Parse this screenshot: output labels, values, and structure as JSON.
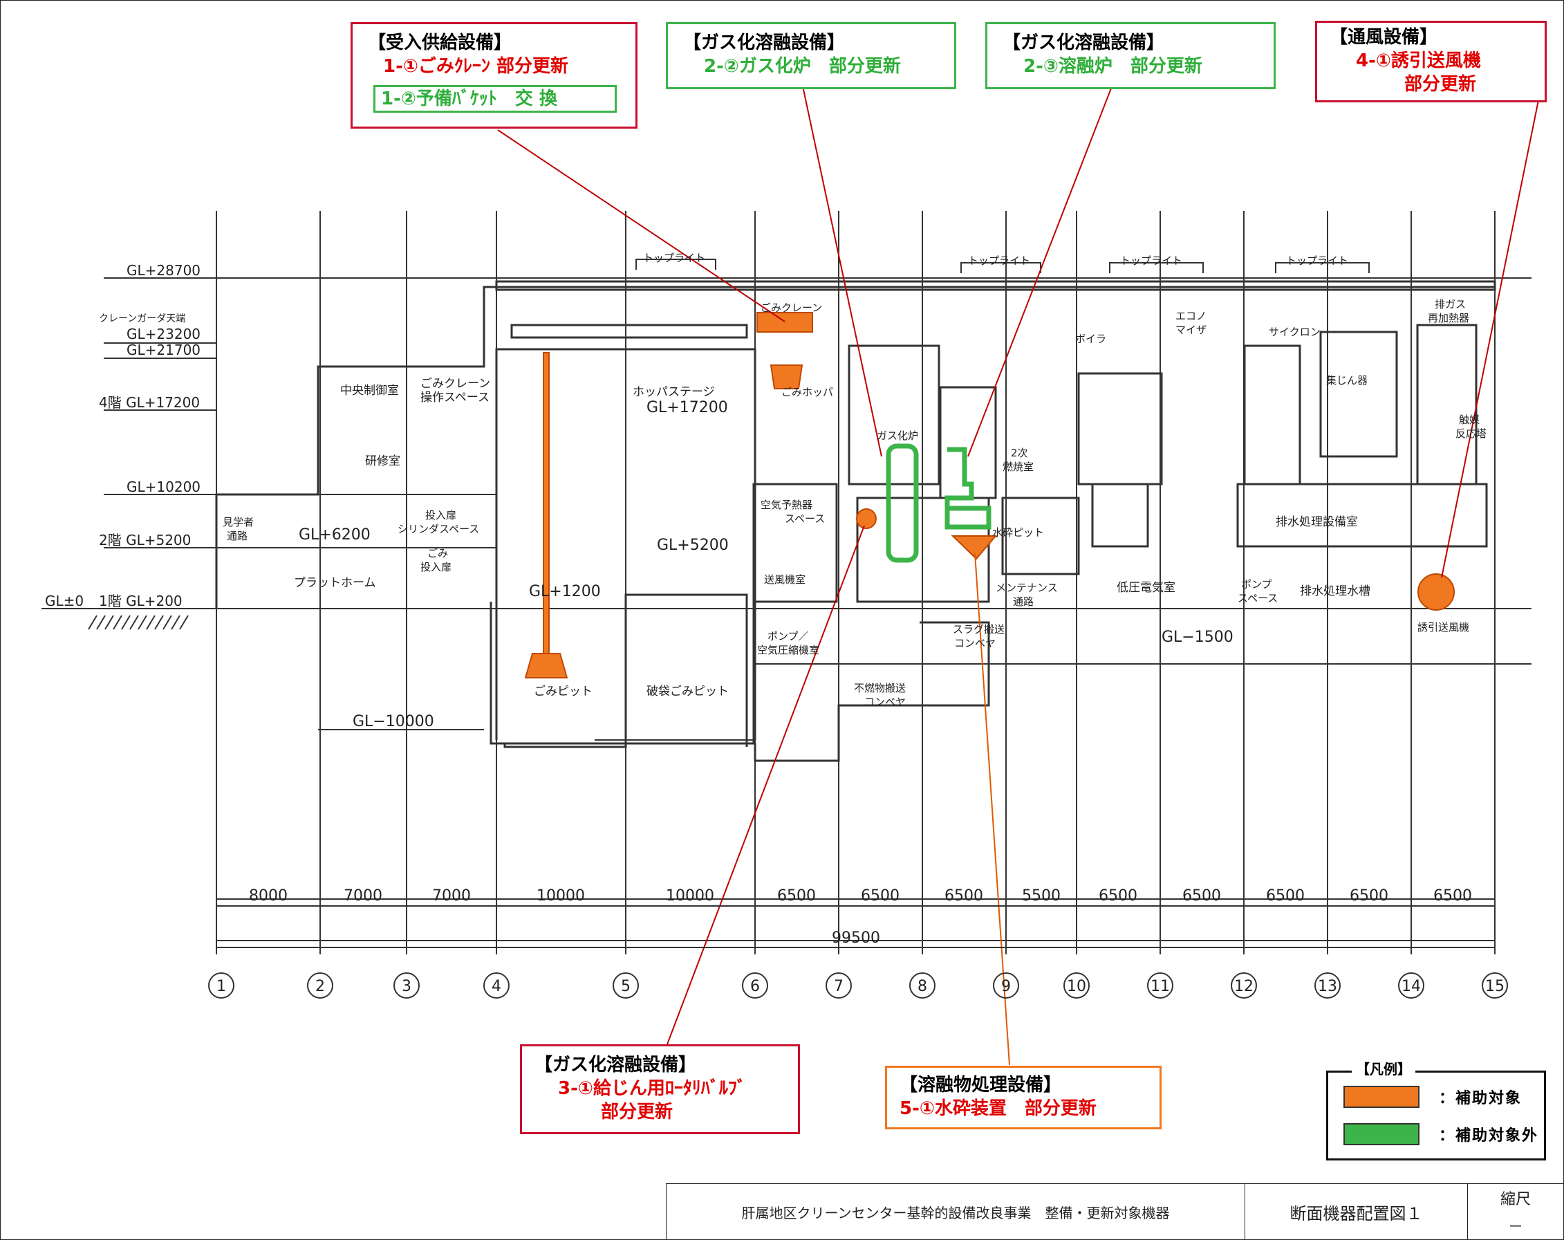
{
  "colors": {
    "subsidy": "#f07820",
    "non_subsidy": "#3cb44a",
    "leader_red": "#c00000",
    "leader_orange": "#e05a00"
  },
  "callouts": {
    "receiving": {
      "title": "【受入供給設備】",
      "item1": "1-①ごみｸﾚｰﾝ 部分更新",
      "item2": "1-②予備ﾊﾞｹｯﾄ　交 換"
    },
    "gasifier": {
      "title": "【ガス化溶融設備】",
      "item": "2-②ガス化炉　部分更新"
    },
    "melter": {
      "title": "【ガス化溶融設備】",
      "item": "2-③溶融炉　部分更新"
    },
    "ventilation": {
      "title": "【通風設備】",
      "item_line1": "4-①誘引送風機",
      "item_line2": "部分更新"
    },
    "rotary_valve": {
      "title": "【ガス化溶融設備】",
      "item_line1": "3-①給じん用ﾛｰﾀﾘﾊﾞﾙﾌﾞ",
      "item_line2": "部分更新"
    },
    "slag": {
      "title": "【溶融物処理設備】",
      "item": "5-①水砕装置　部分更新"
    }
  },
  "legend": {
    "title": "【凡例】",
    "subsidy_label": "：補助対象",
    "non_subsidy_label": "：補助対象外"
  },
  "title_block": {
    "project": "肝属地区クリーンセンター基幹的設備改良事業　整備・更新対象機器",
    "drawing": "断面機器配置図１",
    "scale_label": "縮尺",
    "scale_value": "－"
  },
  "drawing": {
    "levels": {
      "gl28700": "GL+28700",
      "crane_label": "クレーンガーダ天端",
      "gl23200": "GL+23200",
      "gl21700": "GL+21700",
      "gl17200": "4階 GL+17200",
      "gl10200": "GL+10200",
      "gl5200": "2階 GL+5200",
      "gl200": "1階 GL+200",
      "gl0": "GL±0"
    },
    "rooms": {
      "central_control": "中央制御室",
      "crane_operation_1": "ごみクレーン",
      "crane_operation_2": "操作スペース",
      "training": "研修室",
      "visitor_1": "見学者",
      "visitor_2": "通路",
      "gl6200": "GL+6200",
      "cylinder_1": "投入扉",
      "cylinder_2": "シリンダスペース",
      "chute_1": "ごみ",
      "chute_2": "投入扉",
      "platform": "プラットホーム",
      "gl1200": "GL+1200",
      "pit": "ごみピット",
      "crushed_pit": "破袋ごみピット",
      "gl_m10000": "GL−10000",
      "hopper_stage": "ホッパステージ",
      "gl17200b": "GL+17200",
      "gl5200b": "GL+5200",
      "crane": "ごみクレーン",
      "hopper": "ごみホッパ",
      "gasifier": "ガス化炉",
      "air_preheater_1": "空気予熱器",
      "air_preheater_2": "スペース",
      "blower_room": "送風機室",
      "pump_1": "ポンプ／",
      "pump_2": "空気圧縮機室",
      "incombustible_1": "不燃物搬送",
      "incombustible_2": "コンベヤ",
      "secondary_1": "2次",
      "secondary_2": "燃焼室",
      "boiler": "ボイラ",
      "economizer_1": "エコノ",
      "economizer_2": "マイザ",
      "cyclone": "サイクロン",
      "dust": "集じん器",
      "reheater_1": "排ガス",
      "reheater_2": "再加熱器",
      "catalyst_1": "触媒",
      "catalyst_2": "反応塔",
      "water_crush": "水砕ピット",
      "maint_1": "メンテナンス",
      "maint_2": "通路",
      "slag_1": "スラグ搬送",
      "slag_2": "コンベヤ",
      "low_voltage": "低圧電気室",
      "pump_space_1": "ポンプ",
      "pump_space_2": "スペース",
      "gl_m1500": "GL−1500",
      "water_treat_room": "排水処理設備室",
      "water_tank": "排水処理水槽",
      "fan": "誘引送風機",
      "toplight": "トップライト"
    },
    "spans": [
      "8000",
      "7000",
      "7000",
      "10000",
      "10000",
      "6500",
      "6500",
      "6500",
      "5500",
      "6500",
      "6500",
      "6500",
      "6500",
      "6500"
    ],
    "total_span": "99500",
    "axes": [
      "1",
      "2",
      "3",
      "4",
      "5",
      "6",
      "7",
      "8",
      "9",
      "10",
      "11",
      "12",
      "13",
      "14",
      "15"
    ]
  }
}
